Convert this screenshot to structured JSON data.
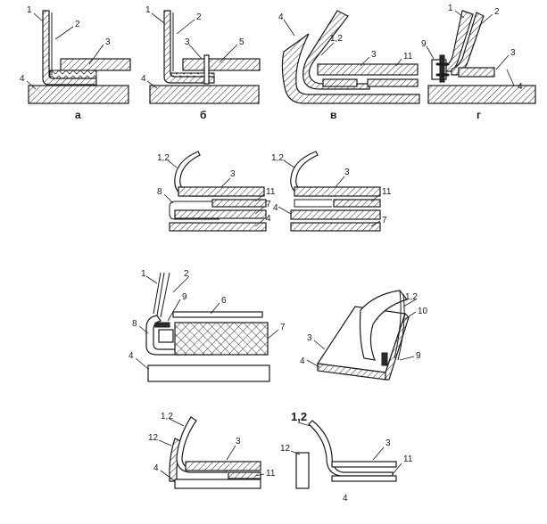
{
  "panel_a": {
    "labels": [
      "1",
      "2",
      "3",
      "4"
    ],
    "caption": "а"
  },
  "panel_b": {
    "labels": [
      "1",
      "2",
      "3",
      "5",
      "4"
    ],
    "caption": "б"
  },
  "panel_v": {
    "labels": [
      "4",
      "1,2",
      "3",
      "11"
    ],
    "caption": "в"
  },
  "panel_g": {
    "labels": [
      "1",
      "2",
      "9",
      "3",
      "4"
    ],
    "caption": "г"
  },
  "row2_left": {
    "labels": [
      "1,2",
      "3",
      "8",
      "11",
      "7",
      "4"
    ]
  },
  "row2_right": {
    "labels": [
      "1,2",
      "3",
      "11",
      "4",
      "7"
    ]
  },
  "row3_left": {
    "labels": [
      "1",
      "2",
      "9",
      "6",
      "8",
      "7",
      "4"
    ]
  },
  "row3_right": {
    "labels": [
      "1,2",
      "10",
      "3",
      "9",
      "4"
    ]
  },
  "row4_left": {
    "labels": [
      "1,2",
      "12",
      "3",
      "11",
      "4"
    ]
  },
  "row4_right": {
    "labels": [
      "1,2",
      "3",
      "12",
      "11"
    ],
    "caption": "4"
  }
}
